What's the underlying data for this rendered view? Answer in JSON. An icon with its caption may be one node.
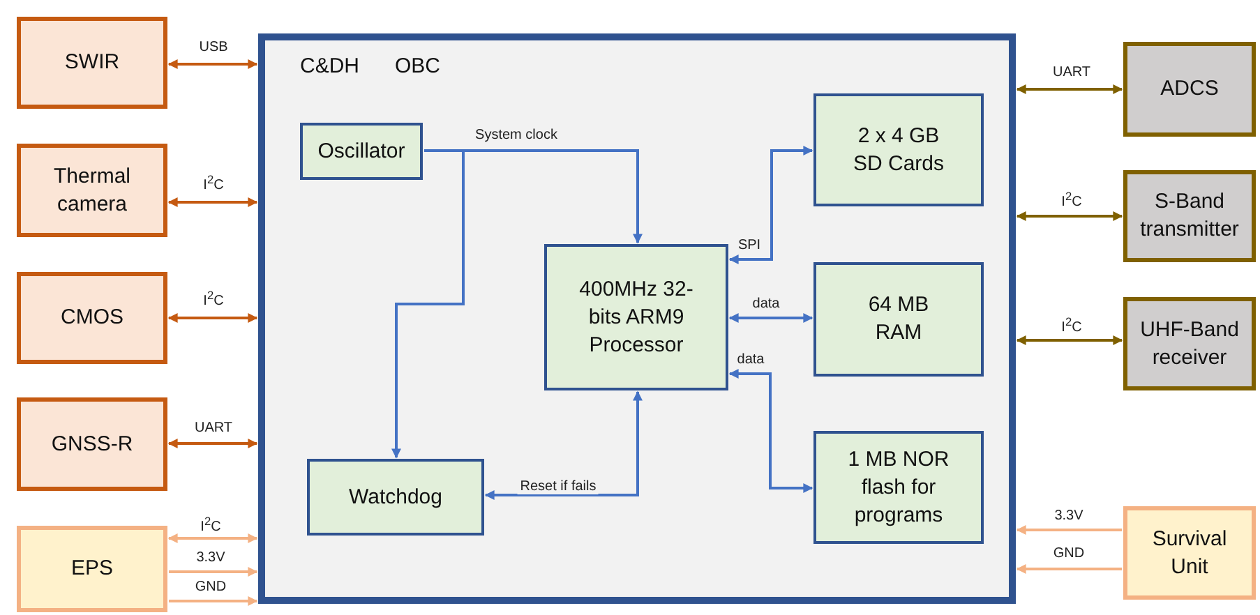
{
  "diagram": {
    "nodes": [
      {
        "text": [
          "SWIR"
        ]
      },
      {
        "text": [
          "Thermal camera"
        ]
      },
      {
        "text": [
          "CMOS"
        ]
      },
      {
        "text": [
          "GNSS-R"
        ]
      },
      {
        "text": [
          "EPS"
        ]
      },
      {
        "text": [
          "C&DH",
          "OBC"
        ]
      },
      {
        "text": [
          "Oscillator"
        ],
        "in": 5
      },
      {
        "text": [
          "2 x 4 GB SD Cards"
        ],
        "in": 5
      },
      {
        "text": [
          "400MHz 32-bits ARM9 Processor"
        ],
        "in": 5
      },
      {
        "text": [
          "64 MB RAM"
        ],
        "in": 5
      },
      {
        "text": [
          "Watchdog"
        ],
        "in": 5
      },
      {
        "text": [
          "1 MB NOR flash for programs"
        ],
        "in": 5
      },
      {
        "text": [
          "ADCS"
        ]
      },
      {
        "text": [
          "S-Band transmitter"
        ]
      },
      {
        "text": [
          "UHF-Band receiver"
        ]
      },
      {
        "text": [
          "Survival Unit"
        ]
      }
    ],
    "edges": [
      {
        "from": 0,
        "to": 5,
        "arrow": "both",
        "label": "USB",
        "color": "#c55a11"
      },
      {
        "from": 1,
        "to": 5,
        "arrow": "both",
        "label": "I$^{2}$C",
        "color": "#c55a11"
      },
      {
        "from": 2,
        "to": 5,
        "arrow": "both",
        "label": "I$^{2}$C",
        "color": "#c55a11"
      },
      {
        "from": 3,
        "to": 5,
        "arrow": "both",
        "label": "UART",
        "color": "#c55a11"
      },
      {
        "from": 4,
        "to": 5,
        "arrow": "both",
        "label": "I$^{2}$C",
        "color": "#f4b183"
      },
      {
        "from": 4,
        "to": 5,
        "arrow": "to",
        "label": "3.3V",
        "color": "#f4b183"
      },
      {
        "from": 4,
        "to": 5,
        "arrow": "to",
        "label": "GND",
        "color": "#f4b183"
      },
      {
        "from": 6,
        "to": 8,
        "arrow": "to",
        "label": "System clock"
      },
      {
        "from": 6,
        "to": 10,
        "arrow": "to"
      },
      {
        "from": 8,
        "to": 10,
        "arrow": "both",
        "label": "Reset if fails"
      },
      {
        "from": 8,
        "to": 7,
        "arrow": "both",
        "label": "SPI"
      },
      {
        "from": 8,
        "to": 9,
        "arrow": "both",
        "label": "data"
      },
      {
        "from": 8,
        "to": 11,
        "arrow": "both",
        "label": "data"
      },
      {
        "from": 5,
        "to": 12,
        "arrow": "both",
        "label": "UART",
        "color": "#7f6000"
      },
      {
        "from": 5,
        "to": 13,
        "arrow": "both",
        "label": "I$^{2}$C",
        "color": "#7f6000"
      },
      {
        "from": 5,
        "to": 14,
        "arrow": "both",
        "label": "I$^{2}$C",
        "color": "#7f6000"
      },
      {
        "from": 15,
        "to": 5,
        "arrow": "to",
        "label": "3.3V",
        "color": "#f4b183"
      },
      {
        "from": 15,
        "to": 5,
        "arrow": "to",
        "label": "GND",
        "color": "#f4b183"
      }
    ]
  }
}
